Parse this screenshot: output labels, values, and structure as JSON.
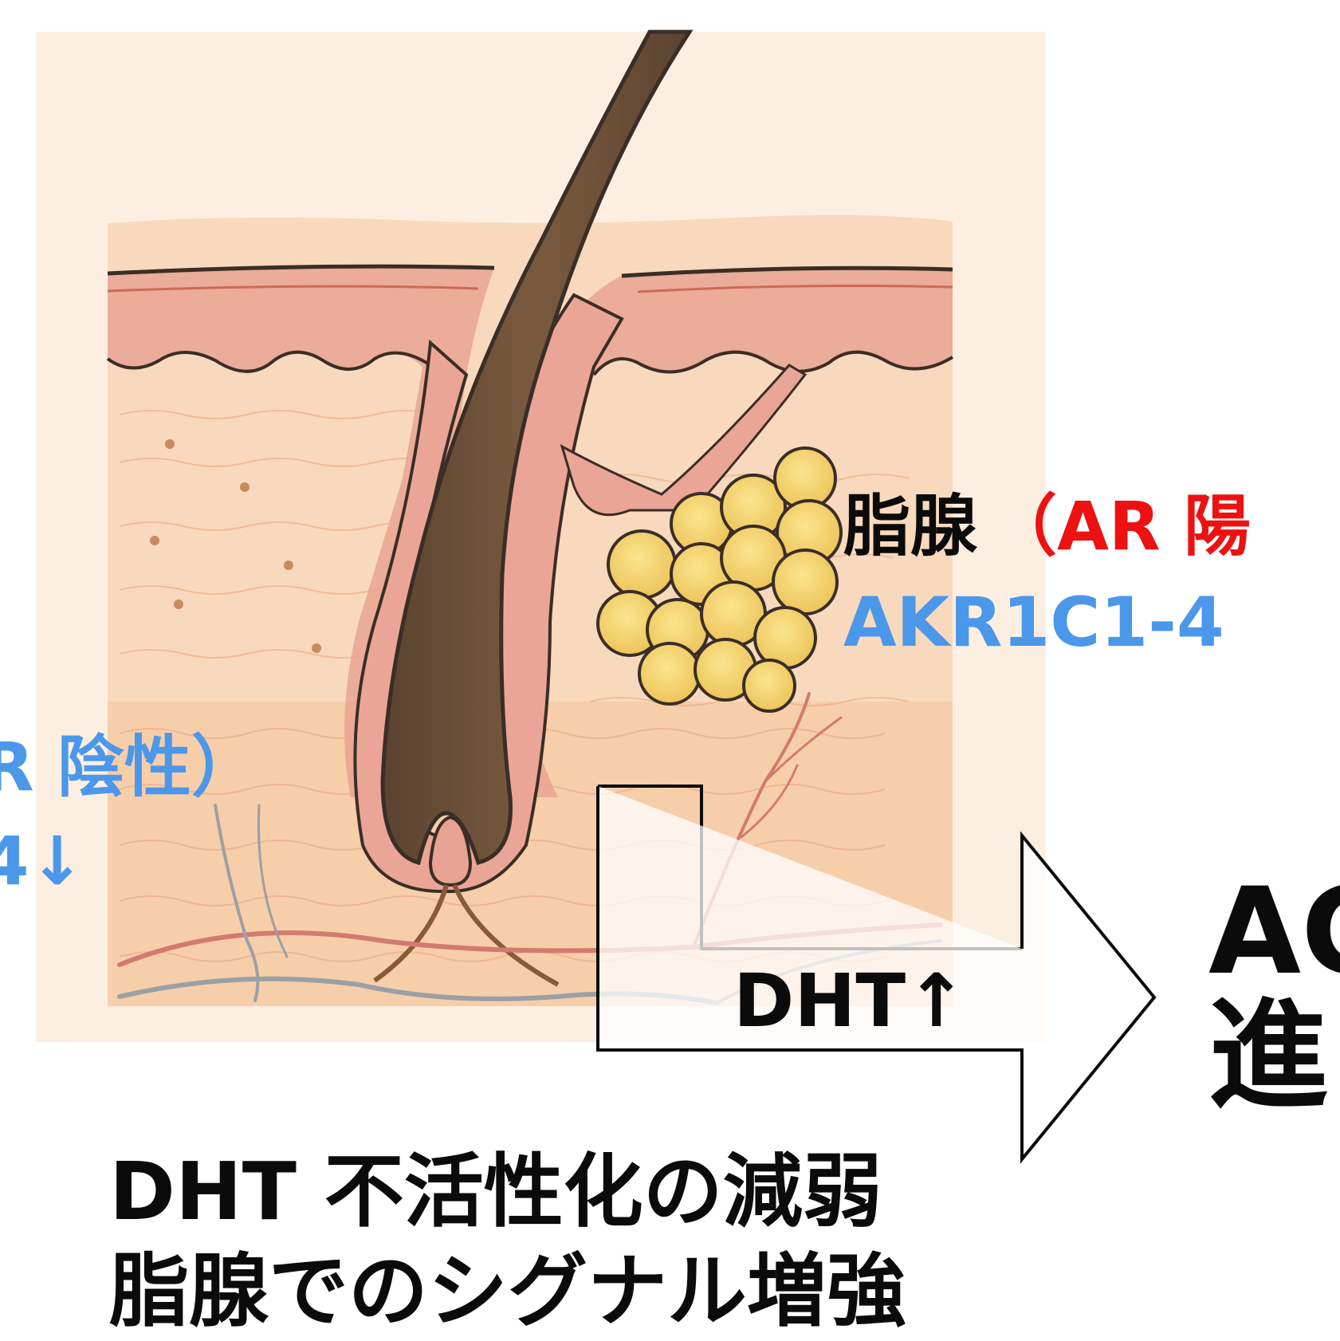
{
  "left_label": {
    "line1": "R 陰性）",
    "line2": "4↓"
  },
  "sebaceous_label": {
    "name": "脂腺",
    "ar_status": "（AR 陽",
    "enzyme": "AKR1C1-4"
  },
  "dht_label": "DHT↑",
  "result_label": {
    "line1": "AC",
    "line2": "進"
  },
  "caption": {
    "line1": "DHT 不活性化の減弱",
    "line2": "脂腺でのシグナル増強"
  },
  "colors": {
    "text": "#0b0b0b",
    "positive": "#ee1111",
    "enzyme": "#4b97ea",
    "skin": "#f7d3b4",
    "epidermis": "#e9a393",
    "hair": "#6a4e36",
    "sebaceous": "#f3d36b"
  }
}
